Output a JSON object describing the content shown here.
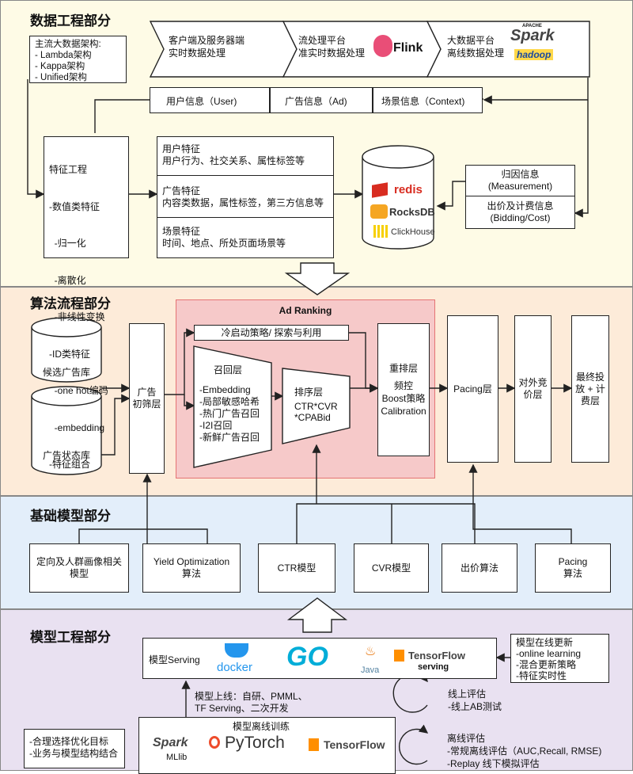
{
  "sections": {
    "data_eng": "数据工程部分",
    "algo": "算法流程部分",
    "base_model": "基础模型部分",
    "model_eng": "模型工程部分"
  },
  "data_eng": {
    "arch": [
      "主流大数据架构:",
      "- Lambda架构",
      "- Kappa架构",
      "- Unified架构"
    ],
    "stream1": [
      "客户端及服务器端",
      "实时数据处理"
    ],
    "stream2": [
      "流处理平台",
      "准实时数据处理"
    ],
    "stream3": [
      "大数据平台",
      "离线数据处理"
    ],
    "info": [
      "用户信息（User)",
      "广告信息（Ad)",
      "场景信息（Context)"
    ],
    "feature_eng": [
      "特征工程",
      "-数值类特征",
      "  -归一化",
      "  -离散化",
      "  -非线性变换",
      "-ID类特征",
      "  -one hot编码",
      "  -embedding",
      "-特征组合"
    ],
    "user_feat": [
      "用户特征",
      "用户行为、社交关系、属性标签等"
    ],
    "ad_feat": [
      "广告特征",
      "内容类数据，属性标签，第三方信息等"
    ],
    "scene_feat": [
      "场景特征",
      "时间、地点、所处页面场景等"
    ],
    "attribution": [
      "归因信息",
      "(Measurement)"
    ],
    "bidding": [
      "出价及计费信息",
      "(Bidding/Cost)"
    ],
    "logos": {
      "flink": "Flink",
      "spark_top": "APACHE",
      "spark": "Spark",
      "hadoop": "hadoop",
      "redis": "redis",
      "rocksdb": "RocksDB",
      "clickhouse": "ClickHouse"
    }
  },
  "algo": {
    "candidate_lib": "候选广告库",
    "status_lib": "广告状态库",
    "prefilter": [
      "广告",
      "初筛层"
    ],
    "ad_ranking": "Ad Ranking",
    "cold_start": "冷启动策略/ 探索与利用",
    "recall": [
      "召回层",
      "",
      "-Embedding",
      "-局部敏感哈希",
      "-热门广告召回",
      "-I2I召回",
      "-新鲜广告召回"
    ],
    "rank": [
      "排序层",
      "",
      "CTR*CVR",
      "*CPABid"
    ],
    "rerank": [
      "重排层",
      "",
      "频控",
      "Boost策略",
      "Calibration"
    ],
    "pacing": "Pacing层",
    "external_bid": [
      "对外竞",
      "价层"
    ],
    "final_bid": [
      "最终投",
      "放 + 计",
      "费层"
    ]
  },
  "base_model": {
    "targeting": [
      "定向及人群画像相关",
      "模型"
    ],
    "yield_opt": [
      "Yield Optimization",
      "算法"
    ],
    "ctr": "CTR模型",
    "cvr": "CVR模型",
    "bid_algo": "出价算法",
    "pacing_algo": [
      "Pacing",
      "算法"
    ]
  },
  "model_eng": {
    "serving": "模型Serving",
    "logos": {
      "docker": "docker",
      "go": "GO",
      "java": "Java",
      "tensorflow": "TensorFlow",
      "tf_serving": "serving",
      "spark": "Spark",
      "mllib": "MLlib",
      "pytorch": "PyTorch",
      "tensorflow2": "TensorFlow"
    },
    "online_update": [
      "模型在线更新",
      "-online learning",
      "-混合更新策略",
      "-特征实时性"
    ],
    "deploy": [
      "模型上线：自研、PMML、",
      "TF Serving、二次开发"
    ],
    "online_eval": [
      "线上评估",
      "-线上AB测试"
    ],
    "offline_train": "模型离线训练",
    "left_goal": [
      "-合理选择优化目标",
      "-业务与模型结构结合"
    ],
    "offline_eval": [
      "离线评估",
      "-常规离线评估（AUC,Recall, RMSE)",
      "-Replay 线下模拟评估"
    ]
  },
  "colors": {
    "data_bg": "#fefbe6",
    "algo_bg": "#fdebd9",
    "base_bg": "#e3eefa",
    "model_bg": "#e9e1f1",
    "ranking_bg": "#f6c9c9",
    "ranking_border": "#e57373"
  }
}
